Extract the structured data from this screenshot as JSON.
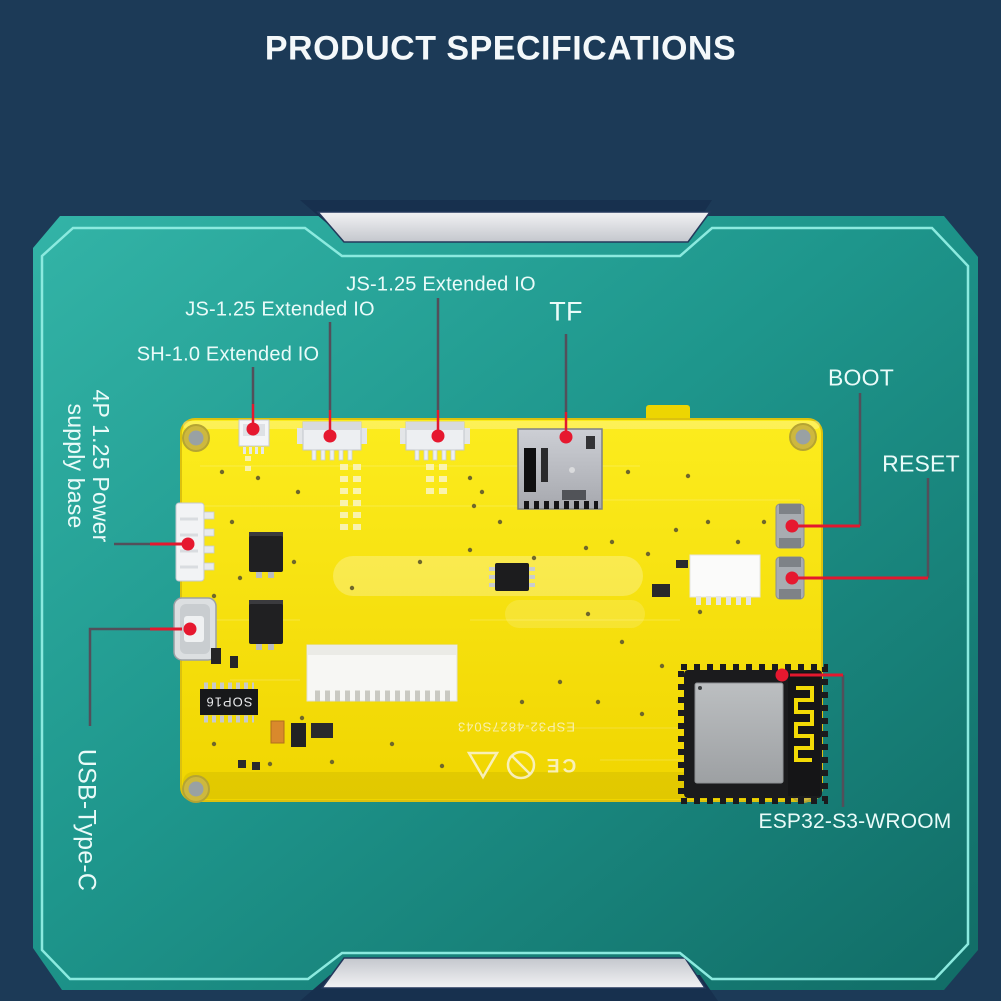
{
  "title": "PRODUCT SPECIFICATIONS",
  "callouts": {
    "js_extended_io_upper": "JS-1.25 Extended IO",
    "js_extended_io_lower": "JS-1.25 Extended IO",
    "sh_extended_io": "SH-1.0 Extended IO",
    "tf": "TF",
    "boot": "BOOT",
    "reset": "RESET",
    "power_line1": "4P 1.25 Power",
    "power_line2": "supply base",
    "usb": "USB-Type-C",
    "esp_module": "ESP32-S3-WROOM"
  },
  "board": {
    "silkscreen_model": "ESP32-4827S043",
    "chip_label": "SOP16",
    "cert_mark": "CE"
  },
  "colors": {
    "background_navy": "#1C3A57",
    "panel_teal": "#1E968C",
    "panel_inner_line": "#8BEADF",
    "board_yellow": "#F6DF04",
    "callout_red": "#E3182E",
    "leader_gray": "#534F5A",
    "label_text": "#EAFBF9",
    "notch_gray": "#D8DADE"
  }
}
